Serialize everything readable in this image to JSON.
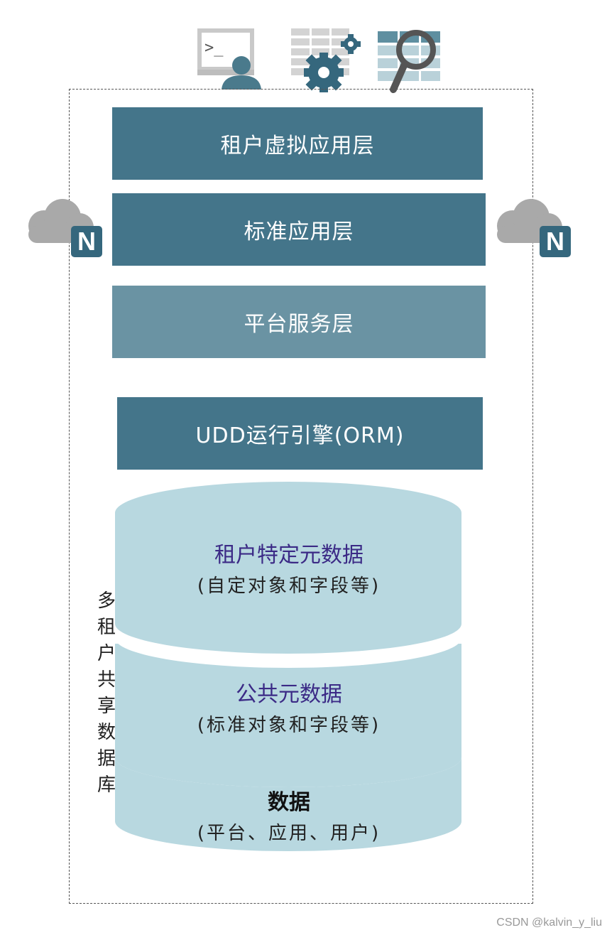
{
  "layers": {
    "tenant_virtual_app": "租户虚拟应用层",
    "standard_app": "标准应用层",
    "platform_service": "平台服务层",
    "udd_engine": "UDD运行引擎(ORM)"
  },
  "database": {
    "side_label": [
      "多",
      "租",
      "户",
      "共",
      "享",
      "数",
      "据",
      "库"
    ],
    "tiers": [
      {
        "title": "租户特定元数据",
        "subtitle": "(自定对象和字段等)"
      },
      {
        "title": "公共元数据",
        "subtitle": "(标准对象和字段等)"
      },
      {
        "title": "数据",
        "subtitle": "(平台、应用、用户)"
      }
    ]
  },
  "badges": {
    "left": "N",
    "right": "N"
  },
  "icons": [
    "terminal-user-icon",
    "table-gear-icon",
    "table-search-icon",
    "cloud-icon"
  ],
  "colors": {
    "layer_dark": "#44758a",
    "layer_light": "#6a93a3",
    "cylinder": "#b8d8e0",
    "title_purple": "#3b2a86"
  },
  "watermark": "CSDN @kalvin_y_liu"
}
